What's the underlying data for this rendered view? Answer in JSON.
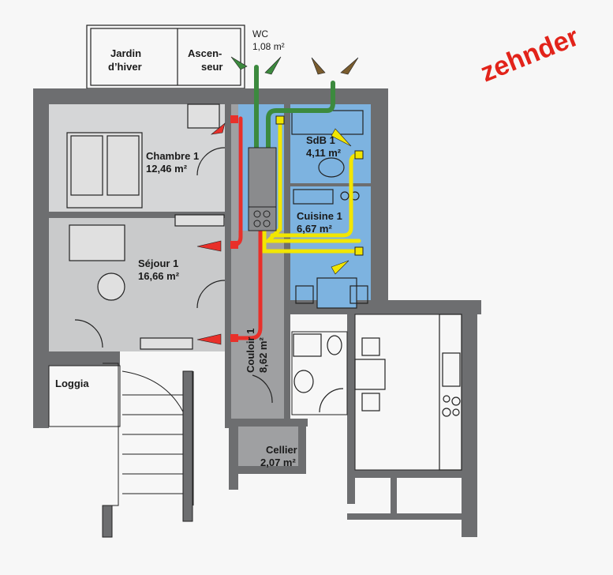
{
  "brand": {
    "logo": "zehnder",
    "color": "#e2231a"
  },
  "colors": {
    "wall": "#6d6e70",
    "room_light": "#d5d6d7",
    "room_mid": "#c9cacb",
    "corridor": "#9fa0a2",
    "wet_room": "#7db3e0",
    "supply_duct": "#e8302a",
    "extract_duct": "#f2e600",
    "outdoor_duct": "#3c8a3e",
    "exhaust": "#7a5c2e"
  },
  "rooms": {
    "jardin": {
      "line1": "Jardin",
      "line2": "d’hiver"
    },
    "ascenseur": {
      "line1": "Ascen-",
      "line2": "seur"
    },
    "wc": {
      "name": "WC",
      "area": "1,08 m²"
    },
    "chambre": {
      "name": "Chambre 1",
      "area": "12,46 m²"
    },
    "sdb": {
      "name": "SdB 1",
      "area": "4,11 m²"
    },
    "cuisine": {
      "name": "Cuisine 1",
      "area": "6,67 m²"
    },
    "sejour": {
      "name": "Séjour 1",
      "area": "16,66 m²"
    },
    "couloir": {
      "name": "Couloir 1",
      "area": "8,62 m²"
    },
    "loggia": {
      "name": "Loggia"
    },
    "cellier": {
      "name": "Cellier",
      "area": "2,07 m²"
    }
  }
}
